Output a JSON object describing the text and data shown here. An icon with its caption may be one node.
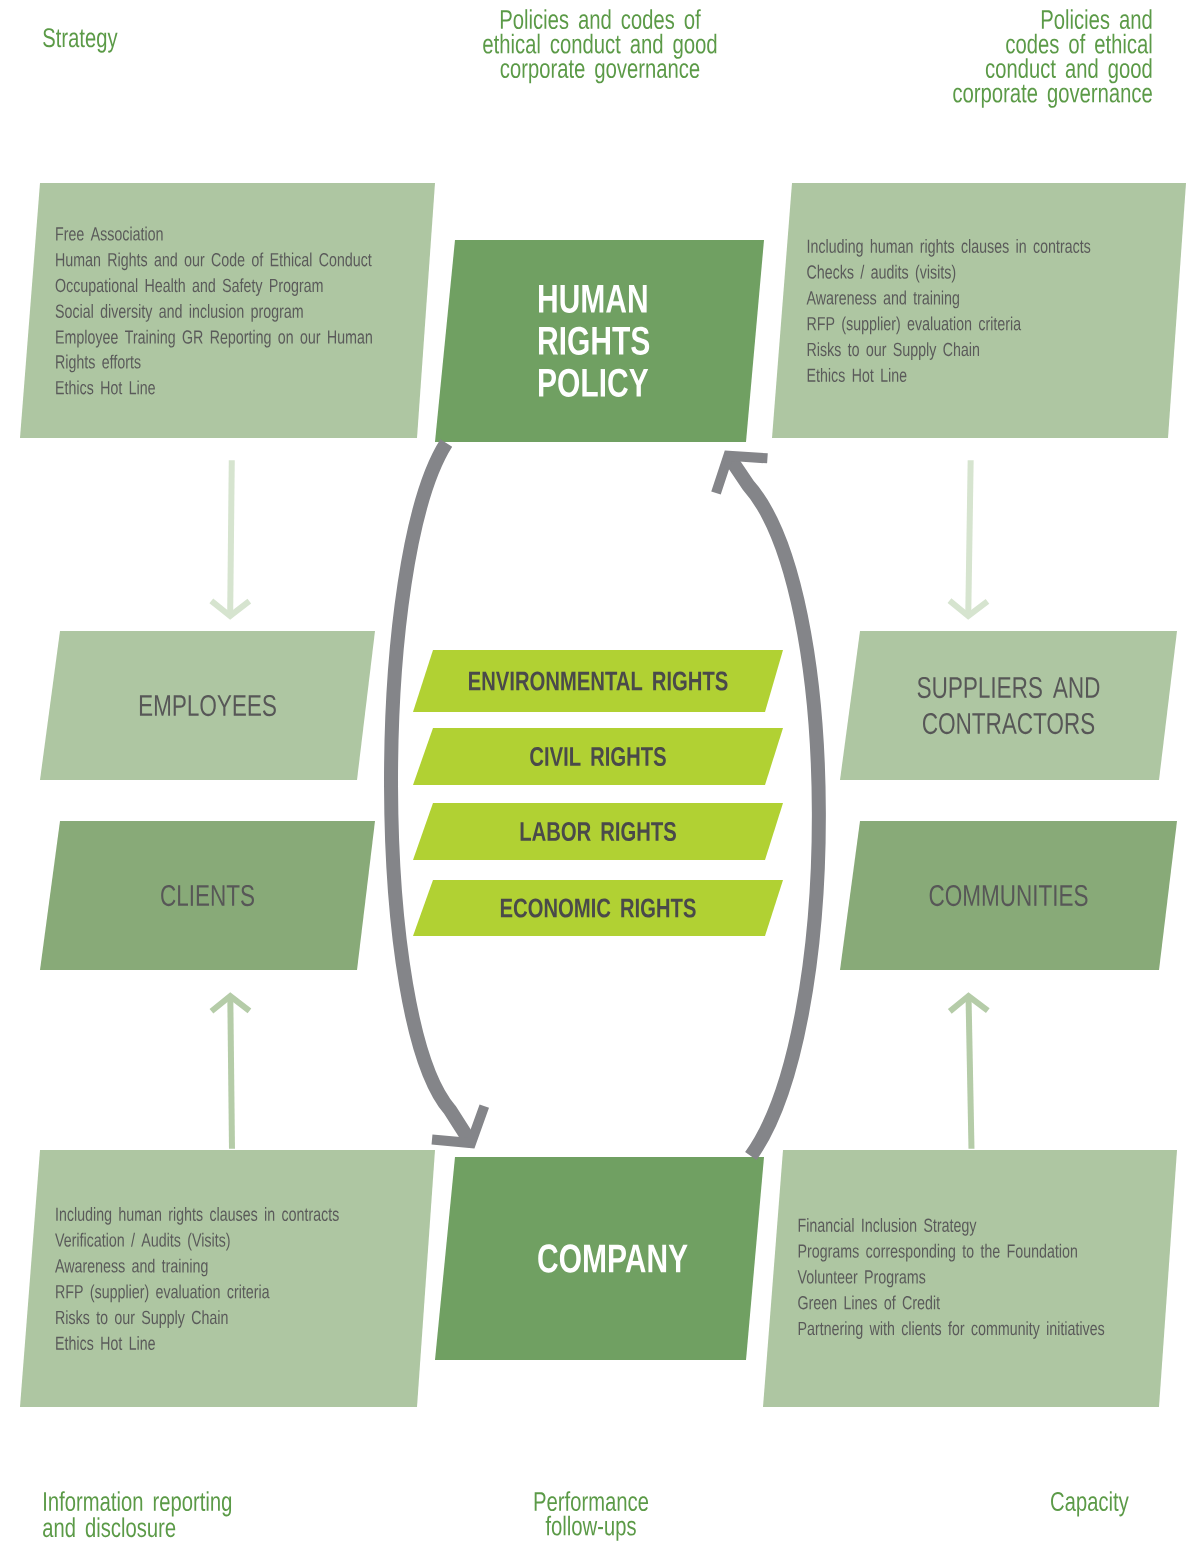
{
  "diagram": {
    "nodes": [
      {
        "text": [
          "Free Association",
          "Human Rights and our Code of Ethical Conduct",
          "Occupational Health and Safety Program",
          "Social diversity and inclusion program",
          "Employee Training GR Reporting on our Human Rights efforts",
          "Ethics Hot Line"
        ]
      },
      {
        "text": [
          "HUMAN RIGHTS POLICY"
        ]
      },
      {
        "text": [
          "Including human rights clauses in contracts",
          "Checks / audits (visits)",
          "Awareness and training",
          "RFP (supplier) evaluation criteria",
          "Risks to our Supply Chain",
          "Ethics Hot Line"
        ]
      },
      {
        "text": [
          "EMPLOYEES"
        ]
      },
      {
        "text": [
          "SUPPLIERS AND CONTRACTORS"
        ]
      },
      {
        "text": [
          "ENVIRONMENTAL RIGHTS"
        ]
      },
      {
        "text": [
          "CIVIL RIGHTS"
        ]
      },
      {
        "text": [
          "LABOR RIGHTS"
        ]
      },
      {
        "text": [
          "ECONOMIC RIGHTS"
        ]
      },
      {
        "text": [
          "CLIENTS"
        ]
      },
      {
        "text": [
          "COMMUNITIES"
        ]
      },
      {
        "text": [
          "Including human rights clauses in contracts",
          "Verification / Audits (Visits)",
          "Awareness and training",
          "RFP (supplier) evaluation criteria",
          "Risks to our Supply Chain",
          "Ethics Hot Line"
        ]
      },
      {
        "text": [
          "COMPANY"
        ]
      },
      {
        "text": [
          "Financial Inclusion Strategy",
          "Programs corresponding to the Foundation",
          "Volunteer Programs",
          "Green Lines of Credit",
          "Partnering with clients for community initiatives"
        ]
      }
    ],
    "edges": [
      {
        "from": 0,
        "to": 3,
        "arrow": "to",
        "color": "#d6e4cf"
      },
      {
        "from": 2,
        "to": 4,
        "arrow": "to",
        "color": "#d6e4cf"
      },
      {
        "from": 11,
        "to": 9,
        "arrow": "to",
        "color": "#b5cca8"
      },
      {
        "from": 13,
        "to": 10,
        "arrow": "to",
        "color": "#b5cca8"
      },
      {
        "from": 1,
        "to": 12,
        "arrow": "to",
        "style": "thick",
        "color": "#848589"
      },
      {
        "from": 12,
        "to": 1,
        "arrow": "to",
        "style": "thick",
        "color": "#848589"
      }
    ],
    "labels": [
      "Strategy",
      "Policies and codes of ethical conduct and good corporate governance",
      "Policies and codes of ethical conduct and good corporate governance",
      "Information reporting and disclosure",
      "Performance follow-ups",
      "Capacity"
    ]
  }
}
